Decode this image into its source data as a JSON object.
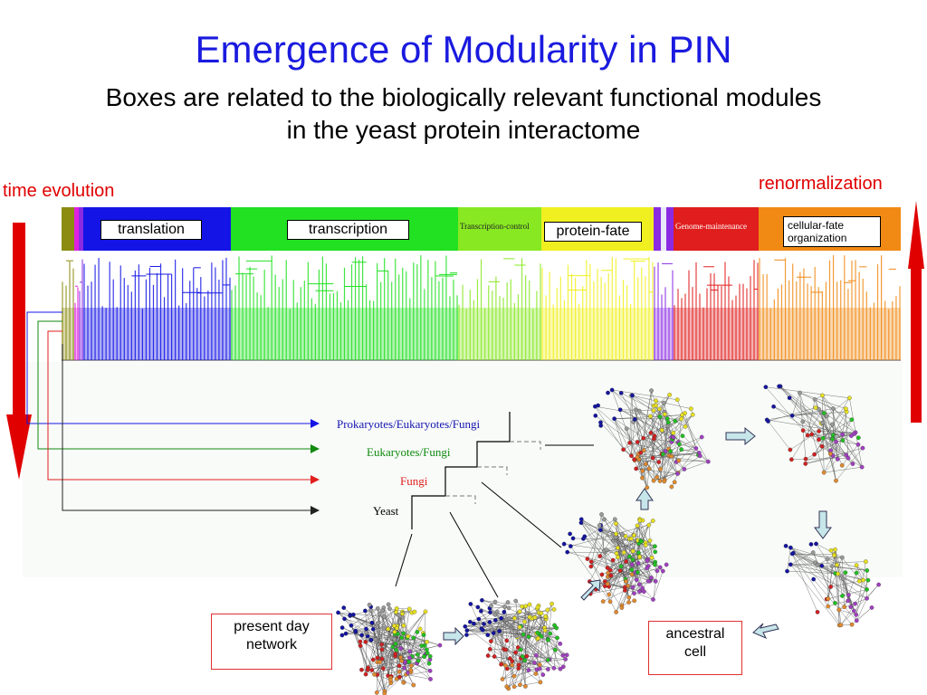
{
  "title": "Emergence of Modularity in PIN",
  "subtitle_line1": "Boxes are related to the biologically relevant functional modules",
  "subtitle_line2": "in the yeast protein interactome",
  "time_evolution": "time evolution",
  "renormalization": "renormalization",
  "modules": {
    "translation": "translation",
    "transcription": "transcription",
    "transcription_control": "Transcription-control",
    "protein_fate": "protein-fate",
    "genome_maintenance": "Genome-maintenance",
    "cellular_fate_line1": "cellular-fate",
    "cellular_fate_line2": "organization"
  },
  "phylogeny": {
    "prokaryotes": "Prokaryotes/Eukaryotes/Fungi",
    "eukaryotes": "Eukaryotes/Fungi",
    "fungi": "Fungi",
    "yeast": "Yeast"
  },
  "present_day_line1": "present day",
  "present_day_line2": "network",
  "ancestral_line1": "ancestral",
  "ancestral_line2": "cell",
  "colors": {
    "title": "#1a1adf",
    "accent_red": "#e00000",
    "translation": "#1414e6",
    "transcription": "#22e022",
    "transcription_control": "#88e822",
    "protein_fate": "#f0f020",
    "genome_maintenance": "#e01e1e",
    "cellular_fate": "#f08a14",
    "olive": "#8c8c10",
    "magenta": "#e020e0",
    "purple": "#8a2be2"
  }
}
